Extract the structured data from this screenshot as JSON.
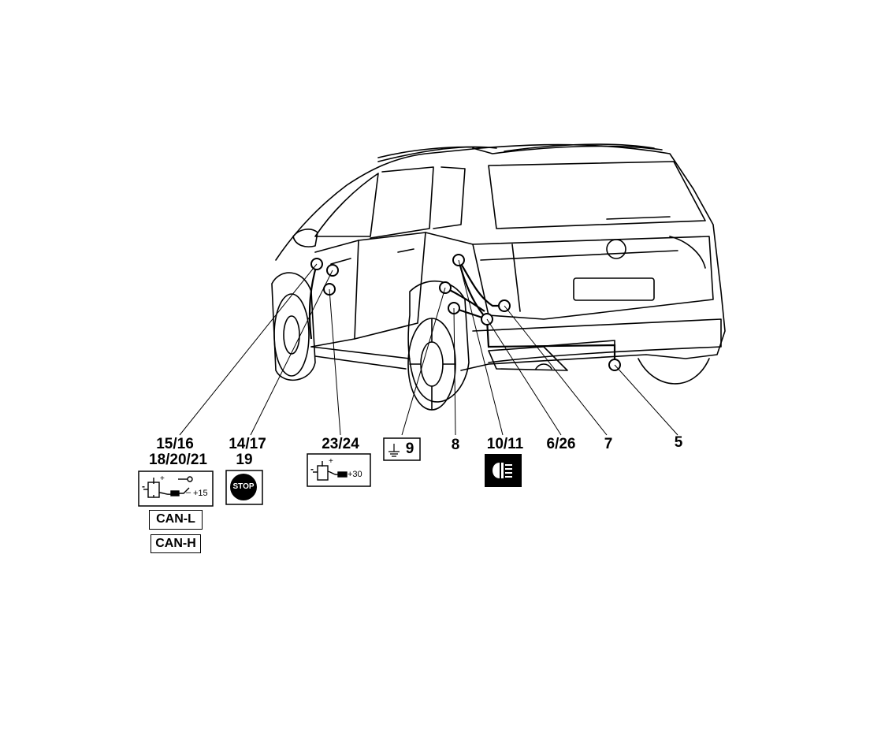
{
  "callouts": {
    "c1516": "15/16",
    "c1820": "18/20/21",
    "c1417": "14/17",
    "c19": "19",
    "c2324": "23/24",
    "c9": "9",
    "c8": "8",
    "c1011": "10/11",
    "c626": "6/26",
    "c7": "7",
    "c5": "5"
  },
  "symbols": {
    "ignition_plus": "+15",
    "battery_plus": "+30",
    "stop": "STOP",
    "can_low": "CAN-L",
    "can_high": "CAN-H",
    "battery_plus_sign": "+",
    "battery_minus_sign": "-",
    "switch_minus": "–"
  },
  "icons": [
    "battery-ignition-icon",
    "battery-constant-icon",
    "stop-sign-icon",
    "ground-icon",
    "fog-light-icon"
  ]
}
